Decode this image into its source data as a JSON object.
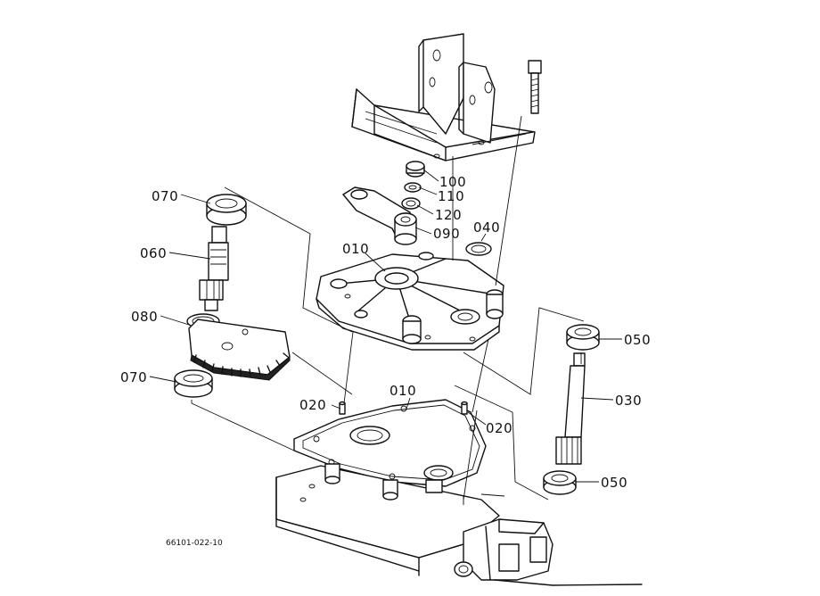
{
  "figure_code": "66101-022-10",
  "callouts": {
    "p070_top": "070",
    "p060": "060",
    "p080": "080",
    "p070_bottom": "070",
    "p100": "100",
    "p110": "110",
    "p120": "120",
    "p090": "090",
    "p040": "040",
    "p010_upper": "010",
    "p010_lower": "010",
    "p020_left": "020",
    "p020_right": "020",
    "p050_top": "050",
    "p030": "030",
    "p050_bottom": "050"
  }
}
